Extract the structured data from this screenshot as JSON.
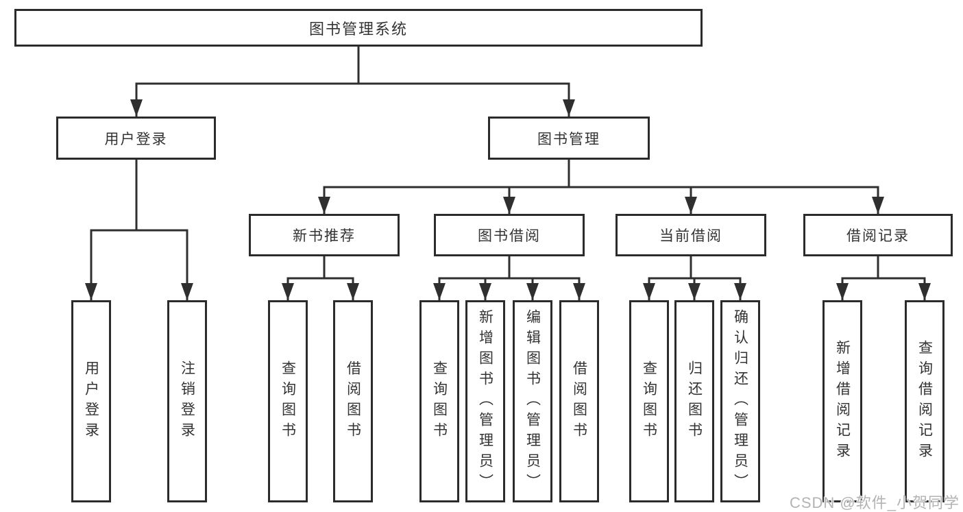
{
  "colors": {
    "line": "#2f2f2f",
    "box_border": "#2b2b2b",
    "text": "#333333",
    "watermark": "#b3b3b3",
    "background": "#ffffff"
  },
  "tree": {
    "root": {
      "label": "图书管理系统"
    },
    "level2": [
      {
        "id": "user-login",
        "label": "用户登录"
      },
      {
        "id": "book-management",
        "label": "图书管理"
      }
    ],
    "level3": [
      {
        "id": "new-book-recommend",
        "label": "新书推荐"
      },
      {
        "id": "book-borrowing",
        "label": "图书借阅"
      },
      {
        "id": "current-borrowing",
        "label": "当前借阅"
      },
      {
        "id": "borrowing-records",
        "label": "借阅记录"
      }
    ],
    "leaves": {
      "user_login": [
        {
          "label": "用户登录"
        },
        {
          "label": "注销登录"
        }
      ],
      "new_book_recommend": [
        {
          "label": "查询图书"
        },
        {
          "label": "借阅图书"
        }
      ],
      "book_borrowing": [
        {
          "label": "查询图书"
        },
        {
          "label": "新增图书（管理员）"
        },
        {
          "label": "编辑图书（管理员）"
        },
        {
          "label": "借阅图书"
        }
      ],
      "current_borrowing": [
        {
          "label": "查询图书"
        },
        {
          "label": "归还图书"
        },
        {
          "label": "确认归还（管理员）"
        }
      ],
      "borrowing_records": [
        {
          "label": "新增借阅记录"
        },
        {
          "label": "查询借阅记录"
        }
      ]
    }
  },
  "watermark": {
    "text": "CSDN @软件_小贺同学"
  }
}
